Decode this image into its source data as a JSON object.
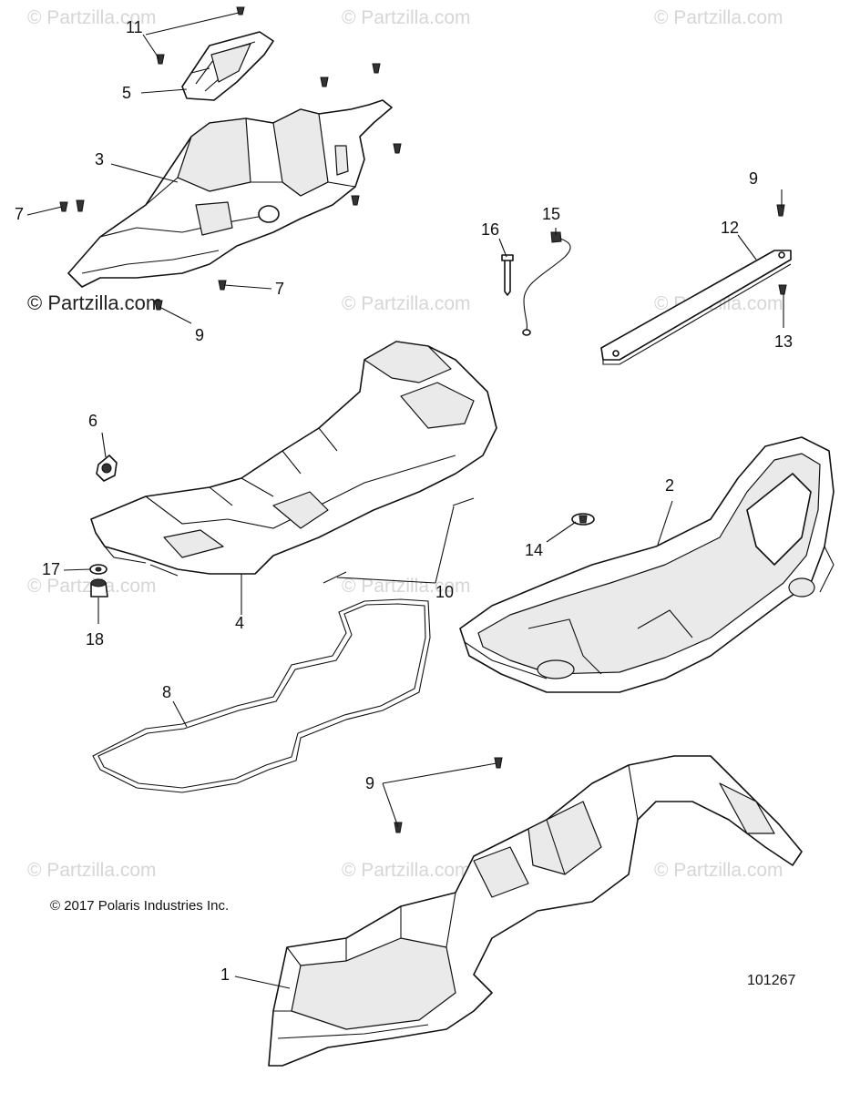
{
  "watermarks": {
    "text": "© Partzilla.com",
    "strong": "© Partzilla.com"
  },
  "callouts": {
    "c1": "1",
    "c2": "2",
    "c3": "3",
    "c4": "4",
    "c5": "5",
    "c6": "6",
    "c7a": "7",
    "c7b": "7",
    "c8": "8",
    "c9a": "9",
    "c9b": "9",
    "c9c": "9",
    "c10": "10",
    "c11": "11",
    "c12": "12",
    "c13": "13",
    "c14": "14",
    "c15": "15",
    "c16": "16",
    "c17": "17",
    "c18": "18"
  },
  "copyright": "© 2017 Polaris Industries Inc.",
  "figure_id": "101267"
}
